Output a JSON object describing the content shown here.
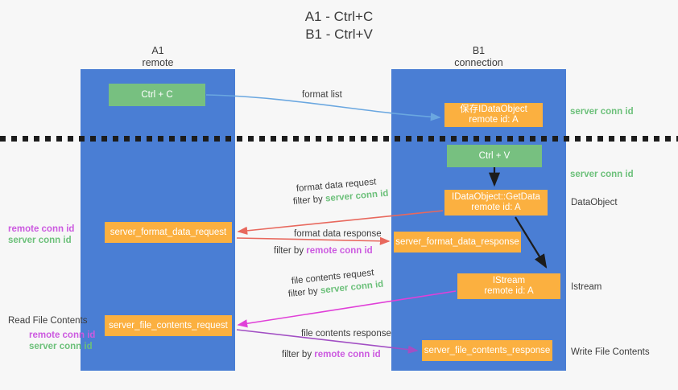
{
  "title": "A1 - Ctrl+C\nB1 - Ctrl+V",
  "lanes": [
    {
      "name": "a1",
      "title": "A1\nremote"
    },
    {
      "name": "b1",
      "title": "B1\nconnection"
    }
  ],
  "nodes": [
    {
      "id": "ctrlc",
      "label": "Ctrl + C",
      "color": "#77c080"
    },
    {
      "id": "idataobject",
      "label": "保存IDataObject\nremote id: A",
      "color": "#fbb040"
    },
    {
      "id": "ctrlv",
      "label": "Ctrl + V",
      "color": "#77c080"
    },
    {
      "id": "getdata",
      "label": "IDataObject::GetData\nremote id: A",
      "color": "#fbb040"
    },
    {
      "id": "fmtreq",
      "label": "server_format_data_request",
      "color": "#fbb040"
    },
    {
      "id": "fmtresp",
      "label": "server_format_data_response",
      "color": "#fbb040"
    },
    {
      "id": "istream",
      "label": "IStream\nremote id: A",
      "color": "#fbb040"
    },
    {
      "id": "filereq",
      "label": "server_file_contents_request",
      "color": "#fbb040"
    },
    {
      "id": "fileresp",
      "label": "server_file_contents_response",
      "color": "#fbb040"
    }
  ],
  "labels": {
    "format_list": "format list",
    "server_conn_id": "server conn id",
    "remote_conn_id": "remote conn id",
    "dataobject": "DataObject",
    "istream": "Istream",
    "write_file_contents": "Write File Contents",
    "read_file_contents": "Read File Contents"
  },
  "annotations": {
    "format_data_request": "format data request",
    "format_data_response": "format data response",
    "file_contents_request": "file contents request",
    "file_contents_response": "file contents response",
    "filter_by": "filter by"
  },
  "colors": {
    "lane": "#4a7ed4",
    "green_box": "#77c080",
    "orange_box": "#fbb040",
    "green_text": "#6cc07a",
    "purple_text": "#cc5ae0",
    "blue_arrow": "#6aa7e0",
    "red_arrow": "#e8685d",
    "magenta_arrow": "#e040d8",
    "purple_arrow": "#a24fc4",
    "black_arrow": "#1c1c1c",
    "background": "#f7f7f7"
  }
}
